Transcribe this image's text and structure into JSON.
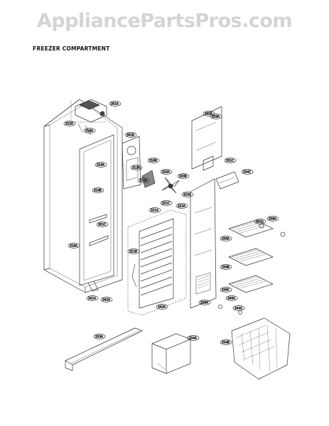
{
  "watermark": "AppliancePartsPros.com",
  "section_title": "FREEZER COMPARTMENT",
  "callouts": [
    "301A",
    "301B",
    "301C",
    "332A",
    "331C",
    "312A",
    "312B",
    "310A",
    "310B",
    "315A",
    "316A",
    "319A",
    "319B",
    "320A",
    "320B",
    "321A",
    "321B",
    "321C",
    "322A",
    "323A",
    "329A",
    "330A",
    "330B",
    "330C",
    "333A",
    "334A",
    "334B",
    "334C",
    "337A",
    "338A",
    "339A",
    "340A",
    "341A",
    "342A",
    "343A",
    "344A"
  ]
}
